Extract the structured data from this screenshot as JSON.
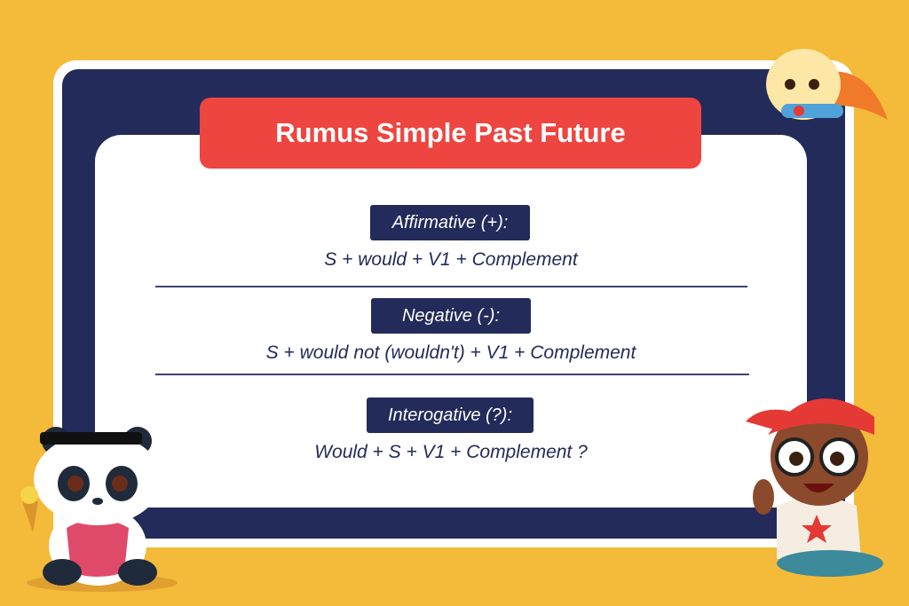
{
  "title": "Rumus Simple Past Future",
  "sections": [
    {
      "label": "Affirmative (+):",
      "formula": "S + would + V1 + Complement"
    },
    {
      "label": "Negative (-):",
      "formula": "S + would not (wouldn't) + V1 + Complement"
    },
    {
      "label": "Interogative (?):",
      "formula": "Would + S + V1 + Complement ?"
    }
  ],
  "colors": {
    "background": "#F4BA3A",
    "navy": "#232B5A",
    "red": "#EE4540"
  }
}
